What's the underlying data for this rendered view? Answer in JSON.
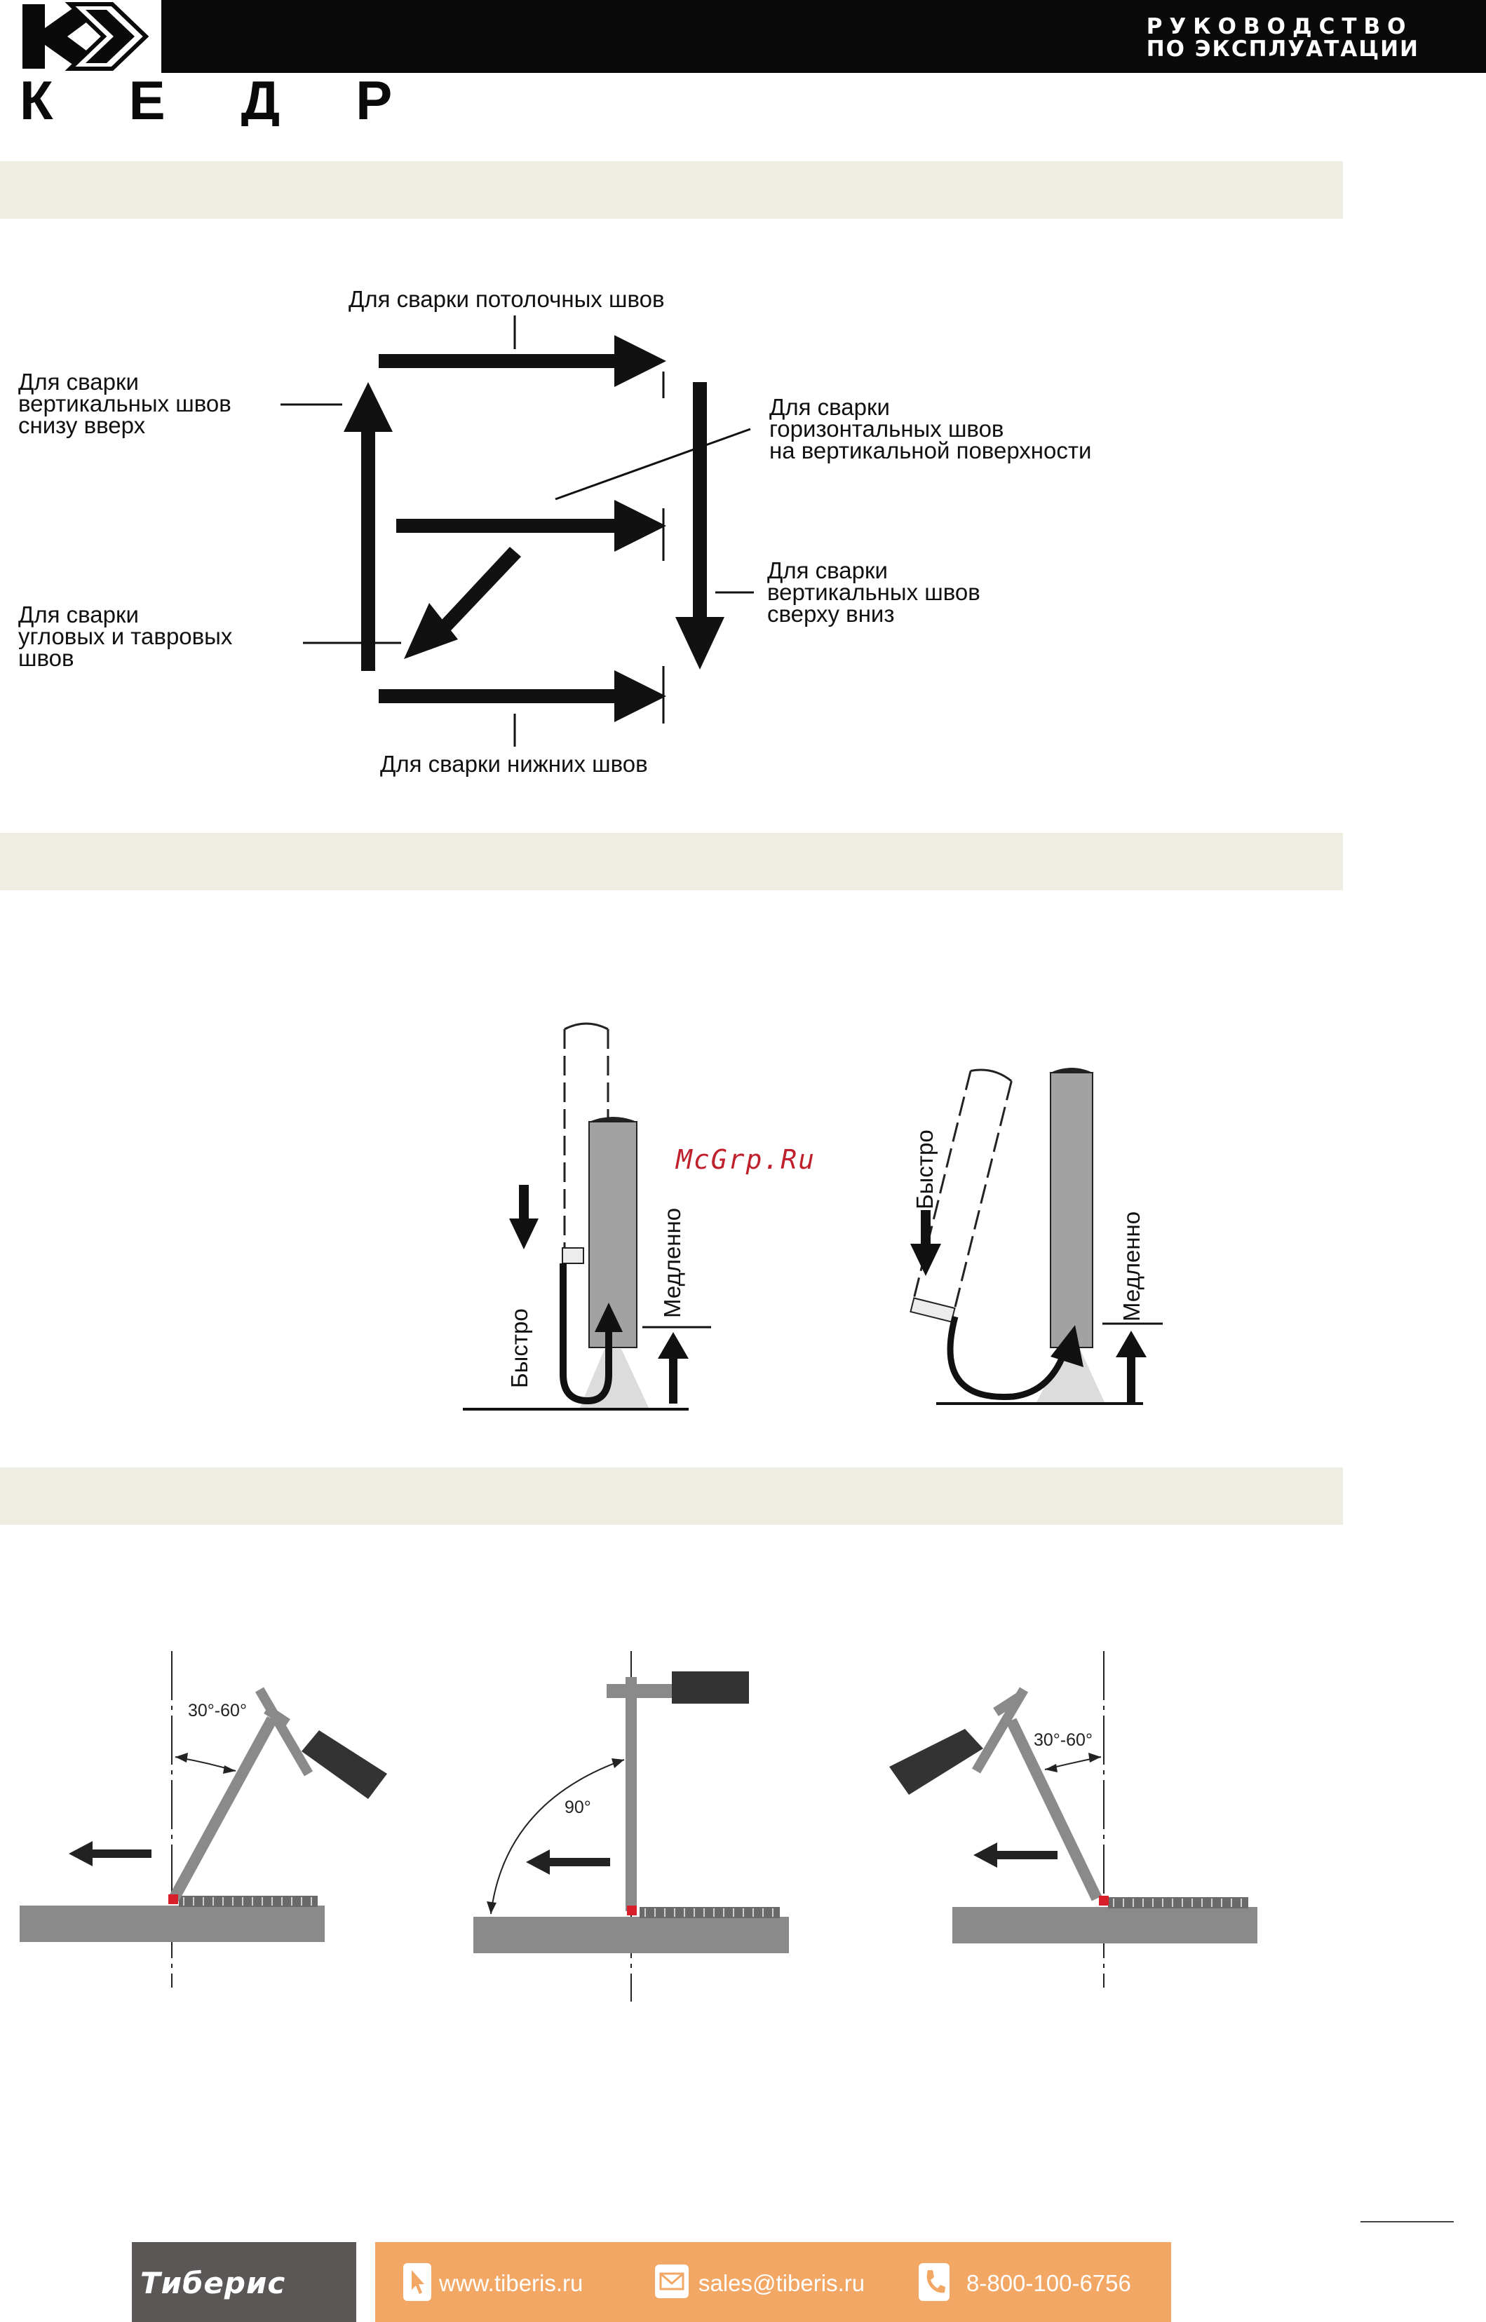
{
  "header": {
    "brand": "КЕДР",
    "title_line1": "РУКОВОДСТВО",
    "title_line2": "ПО ЭКСПЛУАТАЦИИ"
  },
  "positions_diagram": {
    "ceiling": "Для сварки потолочных швов",
    "vertical_up": [
      "Для сварки",
      "вертикальных швов",
      "снизу вверх"
    ],
    "horizontal": [
      "Для сварки",
      "горизонтальных швов",
      "на вертикальной поверхности"
    ],
    "corner": [
      "Для сварки",
      "угловых и тавровых",
      "швов"
    ],
    "vertical_down": [
      "Для сварки",
      "вертикальных швов",
      "сверху вниз"
    ],
    "bottom": "Для сварки нижних швов"
  },
  "arc_diagram": {
    "fast": "Быстро",
    "slow": "Медленно"
  },
  "angle_diagram": {
    "angle_left": "30°-60°",
    "angle_center": "90°",
    "angle_right": "30°-60°"
  },
  "watermark": "McGrp.Ru",
  "footer": {
    "brand": "Тиберис",
    "website": "www.tiberis.ru",
    "email": "sales@tiberis.ru",
    "phone": "8-800-100-6756"
  },
  "colors": {
    "band": "#efece2",
    "footer_brand": "#5a5756",
    "footer_contacts": "#f3a765",
    "weld_point": "#d8202a"
  }
}
